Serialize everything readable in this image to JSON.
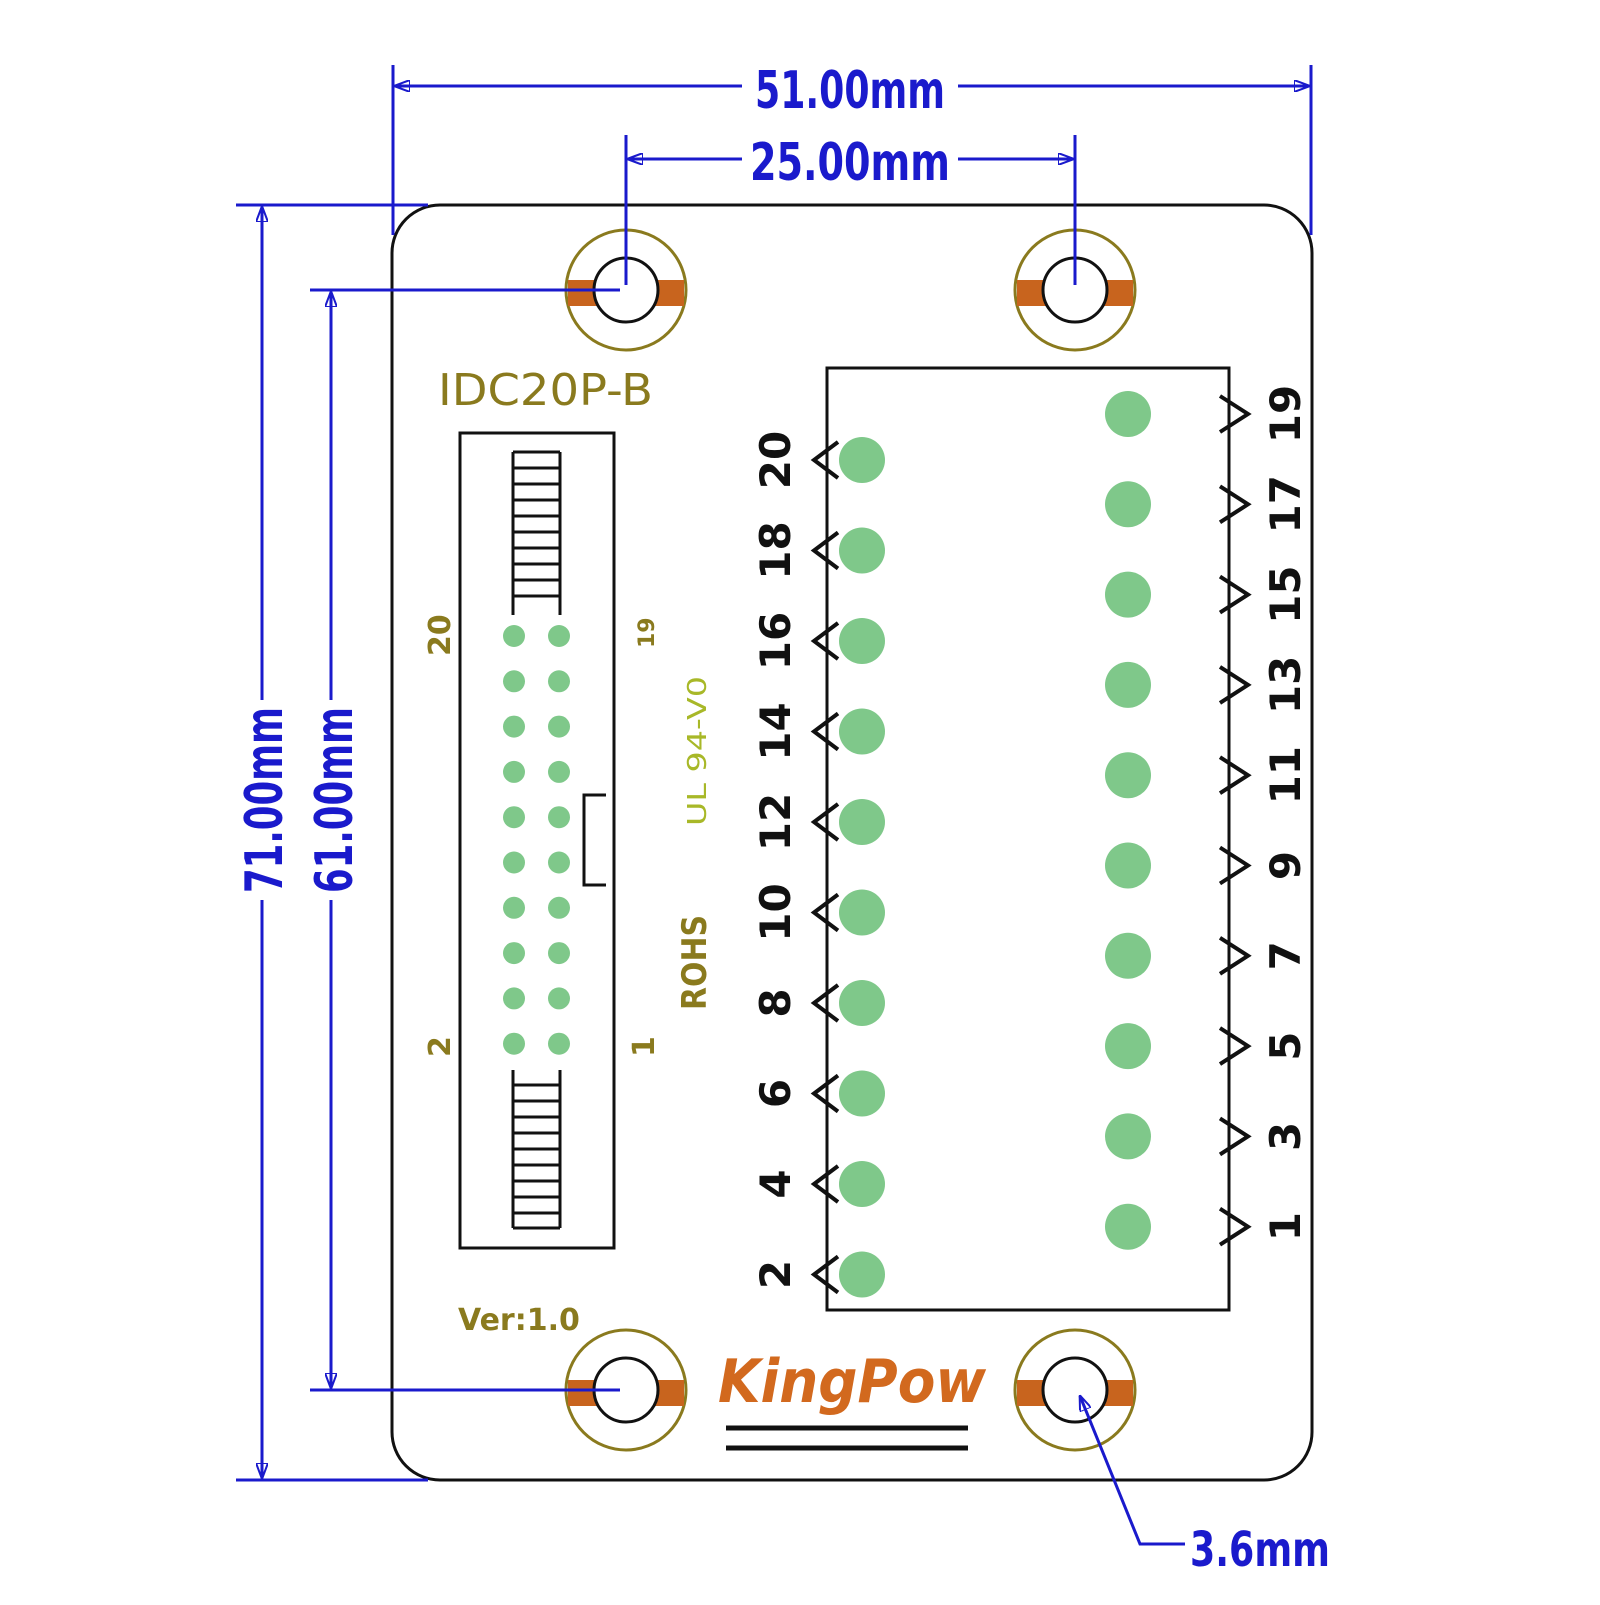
{
  "dimensions": {
    "width_outer": "51.00mm",
    "width_holes": "25.00mm",
    "height_outer": "71.00mm",
    "height_holes": "61.00mm",
    "hole_diameter": "3.6mm"
  },
  "board": {
    "connector_model": "IDC20P-B",
    "version": "Ver:1.0",
    "rohs": "ROHS",
    "ul_mark": "UL 94-V0",
    "brand": "KingPow",
    "idc_pin_labels": {
      "top_left": "20",
      "top_right": "19",
      "bottom_left": "2",
      "bottom_right": "1"
    }
  },
  "terminal": {
    "even_pins": [
      "20",
      "18",
      "16",
      "14",
      "12",
      "10",
      "8",
      "6",
      "4",
      "2"
    ],
    "odd_pins": [
      "19",
      "17",
      "15",
      "13",
      "11",
      "9",
      "7",
      "5",
      "3",
      "1"
    ]
  },
  "colors": {
    "dimension": "#1a1acc",
    "outline": "#111111",
    "silkscreen": "#8a7a1e",
    "pad": "#7fc88a",
    "copper": "#c8641e",
    "brand": "#d2691e"
  }
}
